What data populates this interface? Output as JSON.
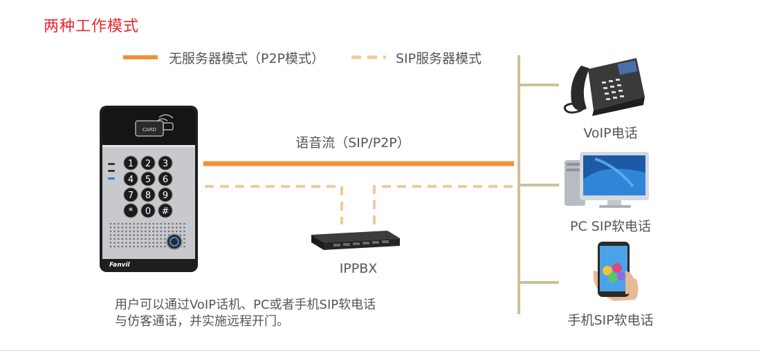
{
  "title": "两种工作模式",
  "legend": {
    "solid_label": "无服务器模式（P2P模式）",
    "dashed_label": "SIP服务器模式"
  },
  "stream_label": "语音流（SIP/P2P）",
  "pbx_label": "IPPBX",
  "devices": {
    "voip_phone": "VoIP电话",
    "pc_softphone": "PC SIP软电话",
    "mobile_softphone": "手机SIP软电话"
  },
  "intercom": {
    "brand": "Fanvil",
    "card_text": "CARD",
    "keys": [
      "1",
      "2",
      "3",
      "4",
      "5",
      "6",
      "7",
      "8",
      "9",
      "*",
      "0",
      "#"
    ]
  },
  "description": {
    "line1": "用户可以通过VoIP话机、PC或者手机SIP软电话",
    "line2": "与仿客通话，并实施远程开门。"
  },
  "colors": {
    "title": "#e8262d",
    "solid_line": "#f0903a",
    "dashed_line": "#f6c79a",
    "bus_line": "#cdbf98"
  }
}
